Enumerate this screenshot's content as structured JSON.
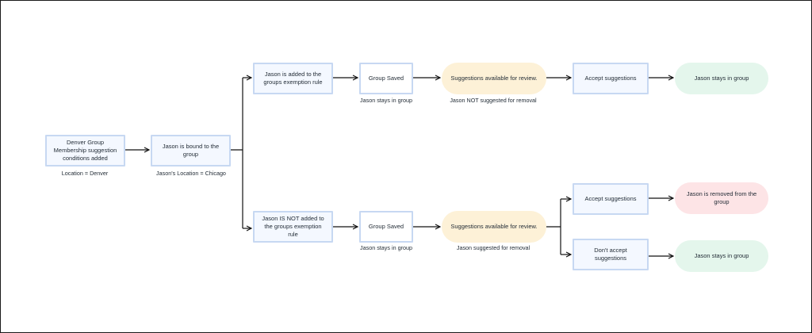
{
  "nodes": {
    "n1": "Denver Group Membership suggestion conditions added",
    "n2": "Jason is bound to the group",
    "top_rule": "Jason is added to the groups exemption rule",
    "top_saved": "Group Saved",
    "top_suggest": "Suggestions available for review.",
    "top_accept": "Accept suggestions",
    "top_result": "Jason stays in group",
    "bot_rule": "Jason IS NOT added to the groups exemption rule",
    "bot_saved": "Group Saved",
    "bot_suggest": "Suggestions available for review.",
    "bot_accept": "Accept suggestions",
    "bot_accept_result": "Jason is removed from the group",
    "bot_decline": "Don't accept suggestions",
    "bot_decline_result": "Jason stays in group"
  },
  "captions": {
    "n1": "Location = Denver",
    "n2": "Jason's Location = Chicago",
    "top_saved": "Jason stays in group",
    "top_suggest": "Jason NOT suggested for removal",
    "bot_saved": "Jason stays in group",
    "bot_suggest": "Jason suggested for removal"
  },
  "colors": {
    "box_fill": "#f4f8ff",
    "box_border": "#c7d8f2",
    "amber": "#fdf1d7",
    "green": "#e4f6ec",
    "red": "#fde4e6",
    "line": "#111111"
  }
}
